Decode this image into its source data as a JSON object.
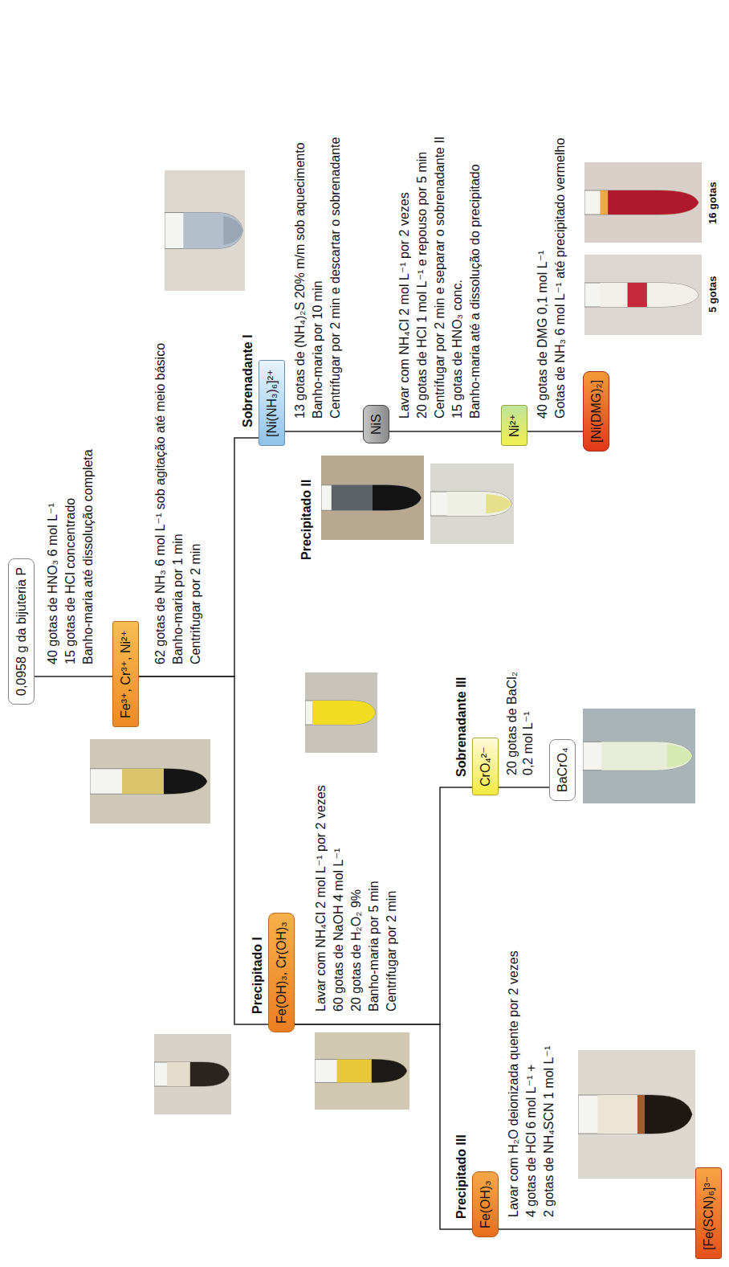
{
  "diagram": {
    "nodes": [
      {
        "text": [
          "0,0958 g da bijuteria P"
        ]
      },
      {
        "text": [
          "Fe³⁺, Cr³⁺, Ni²⁺"
        ]
      },
      {
        "text": [
          "Precipitado I",
          "Fe(OH)₃, Cr(OH)₃"
        ]
      },
      {
        "text": [
          "Sobrenadante I",
          "[Ni(NH₃)₆]²⁺"
        ]
      },
      {
        "text": [
          "NiS"
        ]
      },
      {
        "text": [
          "Precipitado III",
          "Fe(OH)₃"
        ]
      },
      {
        "text": [
          "Sobrenadante III",
          "CrO₄²⁻"
        ]
      },
      {
        "text": [
          "Ni²⁺"
        ]
      },
      {
        "text": [
          "BaCrO₄"
        ]
      },
      {
        "text": [
          "[Ni(DMG)₂]"
        ]
      },
      {
        "text": [
          "[Fe(SCN)₆]³⁻"
        ]
      }
    ],
    "edges": [
      {
        "from": 0,
        "to": 1,
        "arrow": "none"
      },
      {
        "from": 1,
        "to": 2,
        "arrow": "none"
      },
      {
        "from": 1,
        "to": 3,
        "arrow": "none"
      },
      {
        "from": 3,
        "to": 4,
        "arrow": "none"
      },
      {
        "from": 2,
        "to": 5,
        "arrow": "none"
      },
      {
        "from": 2,
        "to": 6,
        "arrow": "none"
      },
      {
        "from": 4,
        "to": 7,
        "arrow": "none"
      },
      {
        "from": 6,
        "to": 8,
        "arrow": "none"
      },
      {
        "from": 7,
        "to": 9,
        "arrow": "none"
      },
      {
        "from": 5,
        "to": 10,
        "arrow": "none"
      }
    ],
    "labels": [
      "40 gotas de HNO₃ 6 mol L⁻¹",
      "15 gotas de HCl concentrado",
      "Banho-maria até dissolução completa",
      "62 gotas de NH₃ 6 mol L⁻¹ sob agitação até meio básico",
      "Banho-maria por 1 min",
      "Centrifugar por 2 min",
      "13 gotas de (NH₄)₂S 20% m/m sob aquecimento",
      "Banho-maria por 10 min",
      "Centrifugar por 2 min e descartar o sobrenadante",
      "Precipitado II",
      "Lavar com NH₄Cl 2 mol L⁻¹ por 2 vezes",
      "60 gotas de NaOH 4 mol L⁻¹",
      "20 gotas de H₂O₂ 9%",
      "Banho-maria por 5 min",
      "Centrifugar por 2 min",
      "Lavar com NH₄Cl 2 mol L⁻¹ por 2 vezes",
      "20 gotas de HCl 1 mol L⁻¹ e repouso por 5 min",
      "Centrifugar por 2 min e separar o sobrenadante II",
      "15 gotas de HNO₃ conc.",
      "Banho-maria até a dissolução do precipitado",
      "20 gotas de BaCl₂ 0,2 mol L⁻¹",
      "Lavar com H₂O deionizada quente por 2 vezes",
      "4 gotas de HCl 6 mol L⁻¹ +",
      "2 gotas de NH₄SCN 1 mol L⁻¹",
      "40 gotas de DMG 0,1 mol L⁻¹",
      "Gotas de NH₃ 6 mol L⁻¹ até precipitado vermelho",
      "5 gotas",
      "16 gotas"
    ]
  }
}
